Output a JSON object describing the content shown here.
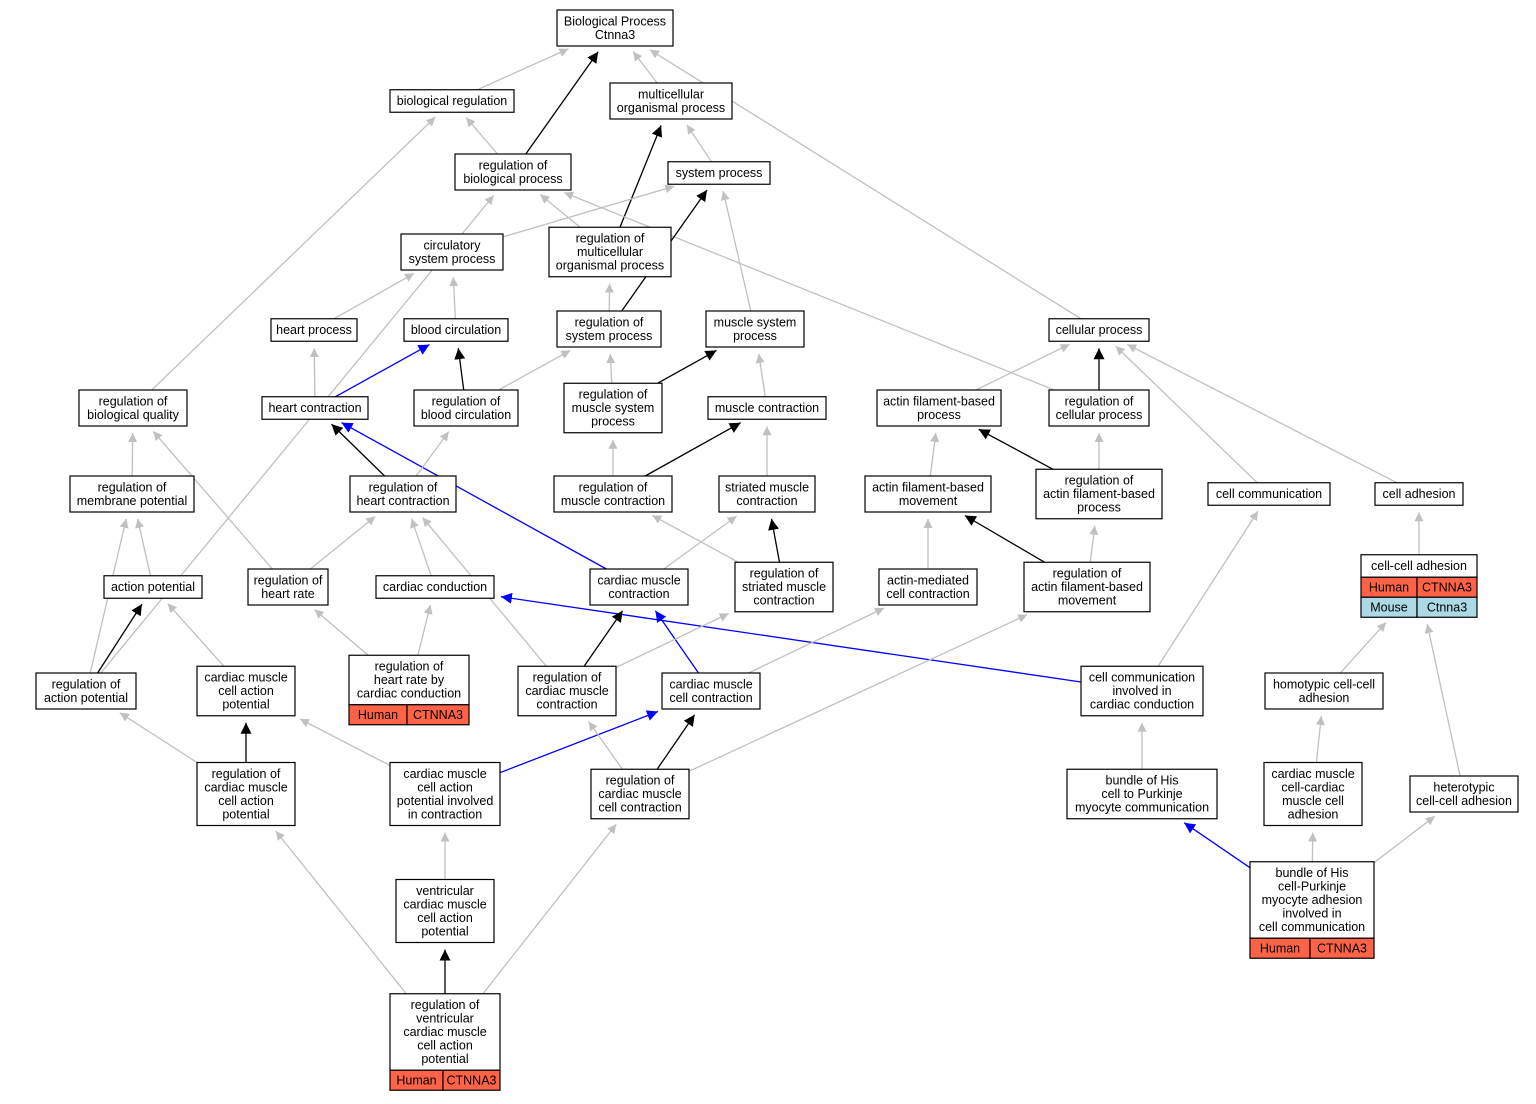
{
  "colors": {
    "is_a": "#c0c0c0",
    "part_of": "#000000",
    "regulates": "#0000ff",
    "human": "#ff6347",
    "mouse": "#add8e6"
  },
  "nodes": {
    "root": [
      "Biological Process",
      "Ctnna3"
    ],
    "bioreg": [
      "biological regulation"
    ],
    "multorg": [
      "multicellular",
      "organismal process"
    ],
    "regbio": [
      "regulation of",
      "biological process"
    ],
    "sysproc": [
      "system process"
    ],
    "circsys": [
      "circulatory",
      "system process"
    ],
    "regmulti": [
      "regulation of",
      "multicellular",
      "organismal process"
    ],
    "heartproc": [
      "heart process"
    ],
    "bloodcirc": [
      "blood circulation"
    ],
    "regsys": [
      "regulation of",
      "system process"
    ],
    "muscsys": [
      "muscle system",
      "process"
    ],
    "cellproc": [
      "cellular process"
    ],
    "regbioqual": [
      "regulation of",
      "biological quality"
    ],
    "heartcont": [
      "heart contraction"
    ],
    "regblood": [
      "regulation of",
      "blood circulation"
    ],
    "regmuscsys": [
      "regulation of",
      "muscle system",
      "process"
    ],
    "musccont": [
      "muscle contraction"
    ],
    "actinproc": [
      "actin filament-based",
      "process"
    ],
    "regcellproc": [
      "regulation of",
      "cellular process"
    ],
    "regmemb": [
      "regulation of",
      "membrane potential"
    ],
    "regheartcont": [
      "regulation of",
      "heart contraction"
    ],
    "regmusccont": [
      "regulation of",
      "muscle contraction"
    ],
    "striated": [
      "striated muscle",
      "contraction"
    ],
    "actinmove": [
      "actin filament-based",
      "movement"
    ],
    "regactinproc": [
      "regulation of",
      "actin filament-based",
      "process"
    ],
    "cellcomm": [
      "cell communication"
    ],
    "celladh": [
      "cell adhesion"
    ],
    "actionpot": [
      "action potential"
    ],
    "regheartrate": [
      "regulation of",
      "heart rate"
    ],
    "cardcond": [
      "cardiac conduction"
    ],
    "cardmusc": [
      "cardiac muscle",
      "contraction"
    ],
    "regstriated": [
      "regulation of",
      "striated muscle",
      "contraction"
    ],
    "actinmed": [
      "actin-mediated",
      "cell contraction"
    ],
    "regactinmove": [
      "regulation of",
      "actin filament-based",
      "movement"
    ],
    "cellcell": [
      "cell-cell adhesion"
    ],
    "regactpot": [
      "regulation of",
      "action potential"
    ],
    "cmcellap": [
      "cardiac muscle",
      "cell action",
      "potential"
    ],
    "regheartratecond": [
      "regulation of",
      "heart rate by",
      "cardiac conduction"
    ],
    "regcardmusc": [
      "regulation of",
      "cardiac muscle",
      "contraction"
    ],
    "cmcellcont": [
      "cardiac muscle",
      "cell contraction"
    ],
    "cellcommcond": [
      "cell communication",
      "involved in",
      "cardiac conduction"
    ],
    "homotypic": [
      "homotypic cell-cell",
      "adhesion"
    ],
    "regcmcellap": [
      "regulation of",
      "cardiac muscle",
      "cell action",
      "potential"
    ],
    "cmapcont": [
      "cardiac muscle",
      "cell action",
      "potential involved",
      "in contraction"
    ],
    "regcmcellcont": [
      "regulation of",
      "cardiac muscle",
      "cell contraction"
    ],
    "bundlecomm": [
      "bundle of His",
      "cell to Purkinje",
      "myocyte communication"
    ],
    "cmcmadh": [
      "cardiac muscle",
      "cell-cardiac",
      "muscle cell",
      "adhesion"
    ],
    "heterotypic": [
      "heterotypic",
      "cell-cell adhesion"
    ],
    "ventap": [
      "ventricular",
      "cardiac muscle",
      "cell action",
      "potential"
    ],
    "bundleadh": [
      "bundle of His",
      "cell-Purkinje",
      "myocyte adhesion",
      "involved in",
      "cell communication"
    ],
    "regventap": [
      "regulation of",
      "ventricular",
      "cardiac muscle",
      "cell action",
      "potential"
    ]
  },
  "annotations": {
    "cellcell": [
      [
        "Human",
        "CTNNA3"
      ],
      [
        "Mouse",
        "Ctnna3"
      ]
    ],
    "regheartratecond": [
      [
        "Human",
        "CTNNA3"
      ]
    ],
    "bundleadh": [
      [
        "Human",
        "CTNNA3"
      ]
    ],
    "regventap": [
      [
        "Human",
        "CTNNA3"
      ]
    ]
  },
  "edges": [
    [
      "bioreg",
      "root",
      "is_a"
    ],
    [
      "multorg",
      "root",
      "is_a"
    ],
    [
      "regbio",
      "root",
      "part_of"
    ],
    [
      "cellproc",
      "root",
      "is_a"
    ],
    [
      "regbio",
      "bioreg",
      "is_a"
    ],
    [
      "regbioqual",
      "bioreg",
      "is_a"
    ],
    [
      "sysproc",
      "multorg",
      "is_a"
    ],
    [
      "regmulti",
      "multorg",
      "part_of"
    ],
    [
      "regmulti",
      "regbio",
      "is_a"
    ],
    [
      "regactpot",
      "regbio",
      "is_a"
    ],
    [
      "regcellproc",
      "regbio",
      "is_a"
    ],
    [
      "circsys",
      "sysproc",
      "is_a"
    ],
    [
      "regsys",
      "sysproc",
      "part_of"
    ],
    [
      "muscsys",
      "sysproc",
      "is_a"
    ],
    [
      "heartproc",
      "circsys",
      "is_a"
    ],
    [
      "bloodcirc",
      "circsys",
      "is_a"
    ],
    [
      "regsys",
      "regmulti",
      "is_a"
    ],
    [
      "heartcont",
      "heartproc",
      "is_a"
    ],
    [
      "heartcont",
      "bloodcirc",
      "regulates"
    ],
    [
      "regblood",
      "bloodcirc",
      "part_of"
    ],
    [
      "regblood",
      "regsys",
      "is_a"
    ],
    [
      "regmuscsys",
      "regsys",
      "is_a"
    ],
    [
      "regmuscsys",
      "muscsys",
      "part_of"
    ],
    [
      "musccont",
      "muscsys",
      "is_a"
    ],
    [
      "actinproc",
      "cellproc",
      "is_a"
    ],
    [
      "regcellproc",
      "cellproc",
      "part_of"
    ],
    [
      "cellcomm",
      "cellproc",
      "is_a"
    ],
    [
      "celladh",
      "cellproc",
      "is_a"
    ],
    [
      "regmemb",
      "regbioqual",
      "is_a"
    ],
    [
      "regheartrate",
      "regbioqual",
      "is_a"
    ],
    [
      "regheartcont",
      "heartcont",
      "part_of"
    ],
    [
      "cardmusc",
      "heartcont",
      "regulates"
    ],
    [
      "regheartcont",
      "regblood",
      "is_a"
    ],
    [
      "regmusccont",
      "regmuscsys",
      "is_a"
    ],
    [
      "regmusccont",
      "musccont",
      "part_of"
    ],
    [
      "striated",
      "musccont",
      "is_a"
    ],
    [
      "actinmove",
      "actinproc",
      "is_a"
    ],
    [
      "regactinproc",
      "actinproc",
      "part_of"
    ],
    [
      "regactinproc",
      "regcellproc",
      "is_a"
    ],
    [
      "actionpot",
      "regmemb",
      "is_a"
    ],
    [
      "regactpot",
      "regmemb",
      "is_a"
    ],
    [
      "regheartrate",
      "regheartcont",
      "is_a"
    ],
    [
      "cardcond",
      "regheartcont",
      "is_a"
    ],
    [
      "regcardmusc",
      "regheartcont",
      "is_a"
    ],
    [
      "regstriated",
      "regmusccont",
      "is_a"
    ],
    [
      "cardmusc",
      "striated",
      "is_a"
    ],
    [
      "regstriated",
      "striated",
      "part_of"
    ],
    [
      "actinmed",
      "actinmove",
      "is_a"
    ],
    [
      "regactinmove",
      "actinmove",
      "part_of"
    ],
    [
      "regactinmove",
      "regactinproc",
      "is_a"
    ],
    [
      "cellcommcond",
      "cellcomm",
      "is_a"
    ],
    [
      "cellcell",
      "celladh",
      "is_a"
    ],
    [
      "regactpot",
      "actionpot",
      "part_of"
    ],
    [
      "cmcellap",
      "actionpot",
      "is_a"
    ],
    [
      "regheartratecond",
      "regheartrate",
      "is_a"
    ],
    [
      "regheartratecond",
      "cardcond",
      "is_a"
    ],
    [
      "cellcommcond",
      "cardcond",
      "regulates"
    ],
    [
      "regcardmusc",
      "cardmusc",
      "part_of"
    ],
    [
      "cmcellcont",
      "cardmusc",
      "regulates"
    ],
    [
      "regcardmusc",
      "regstriated",
      "is_a"
    ],
    [
      "cmcellcont",
      "actinmed",
      "is_a"
    ],
    [
      "regcmcellcont",
      "regactinmove",
      "is_a"
    ],
    [
      "homotypic",
      "cellcell",
      "is_a"
    ],
    [
      "heterotypic",
      "cellcell",
      "is_a"
    ],
    [
      "regcmcellap",
      "regactpot",
      "is_a"
    ],
    [
      "regcmcellap",
      "cmcellap",
      "part_of"
    ],
    [
      "cmapcont",
      "cmcellap",
      "is_a"
    ],
    [
      "cmapcont",
      "cmcellcont",
      "regulates"
    ],
    [
      "regcmcellcont",
      "regcardmusc",
      "is_a"
    ],
    [
      "regcmcellcont",
      "cmcellcont",
      "part_of"
    ],
    [
      "bundlecomm",
      "cellcommcond",
      "is_a"
    ],
    [
      "cmcmadh",
      "homotypic",
      "is_a"
    ],
    [
      "ventap",
      "cmapcont",
      "is_a"
    ],
    [
      "bundleadh",
      "bundlecomm",
      "regulates"
    ],
    [
      "bundleadh",
      "cmcmadh",
      "is_a"
    ],
    [
      "bundleadh",
      "heterotypic",
      "is_a"
    ],
    [
      "regventap",
      "ventap",
      "part_of"
    ],
    [
      "regventap",
      "regcmcellap",
      "is_a"
    ],
    [
      "regventap",
      "regcmcellcont",
      "is_a"
    ]
  ]
}
